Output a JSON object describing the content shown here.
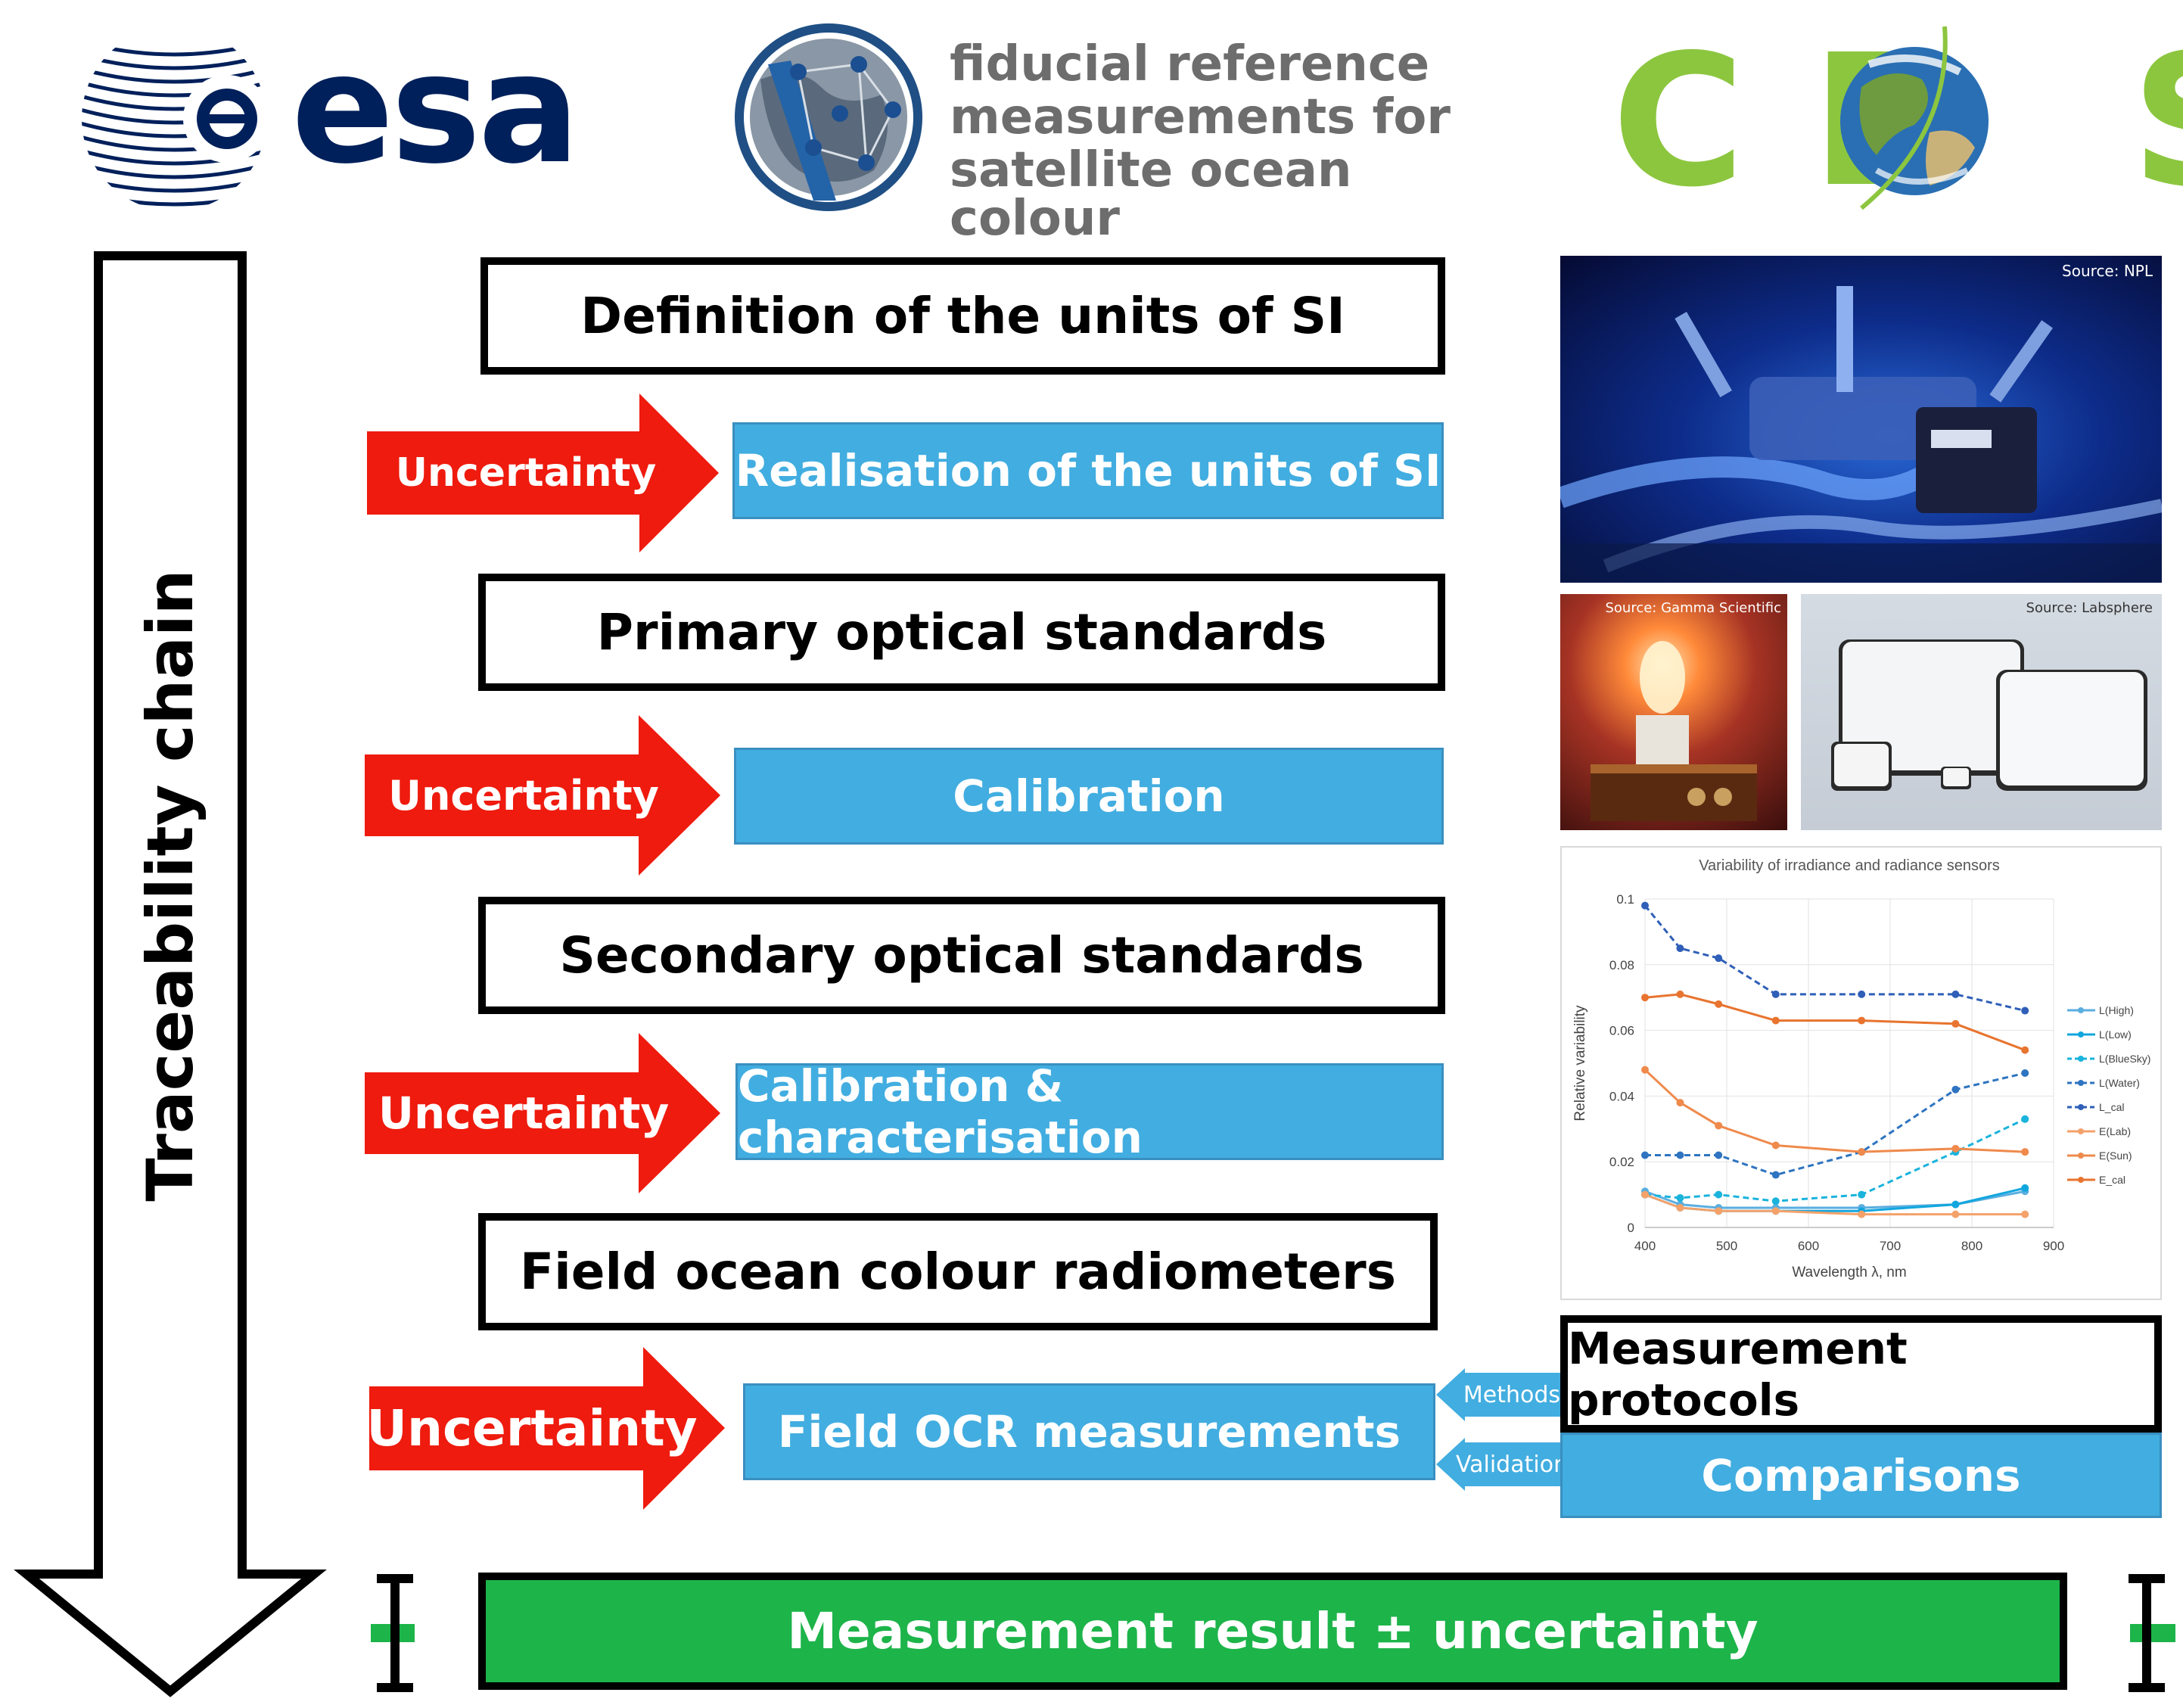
{
  "header": {
    "esa_logo_text": "esa",
    "frm_lines": [
      "fiducial reference",
      "measurements for",
      "satellite ocean colour"
    ],
    "ceos_logo_text": "CEOS"
  },
  "chain": {
    "label": "Traceability chain",
    "steps": [
      {
        "type": "box",
        "label": "Definition of the units of SI"
      },
      {
        "type": "process",
        "uncertainty": "Uncertainty",
        "label": "Realisation of the units of SI"
      },
      {
        "type": "box",
        "label": "Primary optical standards"
      },
      {
        "type": "process",
        "uncertainty": "Uncertainty",
        "label": "Calibration"
      },
      {
        "type": "box",
        "label": "Secondary optical standards"
      },
      {
        "type": "process",
        "uncertainty": "Uncertainty",
        "label": "Calibration & characterisation"
      },
      {
        "type": "box",
        "label": "Field ocean colour radiometers"
      },
      {
        "type": "process",
        "uncertainty": "Uncertainty",
        "label": "Field OCR measurements"
      }
    ],
    "result": "Measurement result ± uncertainty"
  },
  "side": {
    "methods_label": "Methods",
    "validation_label": "Validation",
    "protocols_label": "Measurement protocols",
    "comparisons_label": "Comparisons"
  },
  "photos": {
    "npl_source": "Source: NPL",
    "gamma_source": "Source: Gamma Scientific",
    "labsphere_source": "Source: Labsphere"
  },
  "colors": {
    "uncertainty_red": "#ee1b0e",
    "process_blue": "#42ade0",
    "result_green": "#1db44a",
    "ceos_green": "#8cc63f",
    "esa_navy": "#00205b"
  },
  "chart_data": {
    "type": "line",
    "title": "Variability of irradiance and radiance sensors",
    "xlabel": "Wavelength λ, nm",
    "ylabel": "Relative variability",
    "xlim": [
      400,
      900
    ],
    "ylim": [
      0,
      0.1
    ],
    "xticks": [
      400,
      500,
      600,
      700,
      800,
      900
    ],
    "yticks": [
      0,
      0.02,
      0.04,
      0.06,
      0.08,
      0.1
    ],
    "x": [
      400,
      443,
      490,
      560,
      665,
      780,
      865
    ],
    "legend_position": "right",
    "series": [
      {
        "name": "L(High)",
        "color": "#5aaee0",
        "dashed": false,
        "values": [
          0.011,
          0.007,
          0.006,
          0.006,
          0.006,
          0.007,
          0.011
        ]
      },
      {
        "name": "L(Low)",
        "color": "#12a6de",
        "dashed": false,
        "values": [
          0.01,
          0.006,
          0.005,
          0.005,
          0.005,
          0.007,
          0.012
        ]
      },
      {
        "name": "L(BlueSky)",
        "color": "#1ab3dc",
        "dashed": true,
        "values": [
          0.01,
          0.009,
          0.01,
          0.008,
          0.01,
          0.023,
          0.033
        ]
      },
      {
        "name": "L(Water)",
        "color": "#2e74c0",
        "dashed": true,
        "values": [
          0.022,
          0.022,
          0.022,
          0.016,
          0.023,
          0.042,
          0.047
        ]
      },
      {
        "name": "L_cal",
        "color": "#2f5fb8",
        "dashed": true,
        "values": [
          0.098,
          0.085,
          0.082,
          0.071,
          0.071,
          0.071,
          0.066
        ]
      },
      {
        "name": "E(Lab)",
        "color": "#f4a26a",
        "dashed": false,
        "values": [
          0.01,
          0.006,
          0.005,
          0.005,
          0.004,
          0.004,
          0.004
        ]
      },
      {
        "name": "E(Sun)",
        "color": "#ef8a4c",
        "dashed": false,
        "values": [
          0.048,
          0.038,
          0.031,
          0.025,
          0.023,
          0.024,
          0.023
        ]
      },
      {
        "name": "E_cal",
        "color": "#e8742f",
        "dashed": false,
        "values": [
          0.07,
          0.071,
          0.068,
          0.063,
          0.063,
          0.062,
          0.054
        ]
      }
    ]
  }
}
